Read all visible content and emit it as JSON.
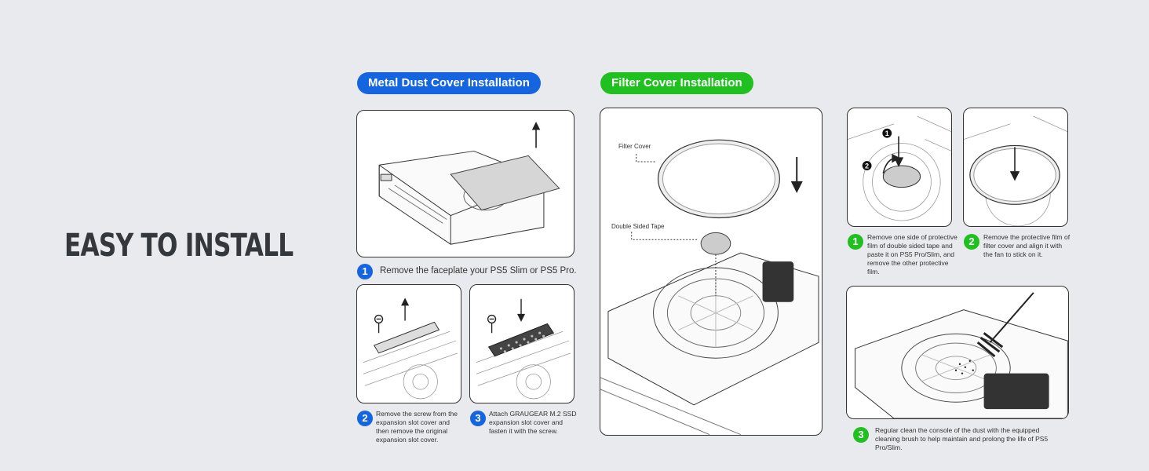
{
  "headline": "EASY TO INSTALL",
  "metal": {
    "title": "Metal Dust Cover Installation",
    "step1": {
      "num": "1",
      "text": "Remove the faceplate your PS5 Slim or PS5 Pro."
    },
    "step2": {
      "num": "2",
      "text": "Remove the screw from the expansion slot cover and then remove the original expansion slot cover."
    },
    "step3": {
      "num": "3",
      "text": "Attach GRAUGEAR M.2 SSD expansion slot cover and fasten it with the screw."
    }
  },
  "filter": {
    "title": "Filter Cover Installation",
    "label_filter_cover": "Filter Cover",
    "label_tape": "Double Sided Tape",
    "marker1": "1",
    "marker2": "2",
    "step1": {
      "num": "1",
      "text": "Remove one side of protective film of double sided tape and paste it on PS5 Pro/Slim, and remove the other protective film."
    },
    "step2": {
      "num": "2",
      "text": "Remove the protective film of filter cover and align it with the fan to stick on it."
    },
    "step3": {
      "num": "3",
      "text": "Regular clean the console of the dust with the equipped cleaning brush to help maintain and prolong the life of PS5 Pro/Slim."
    }
  },
  "colors": {
    "background": "#e9eaed",
    "blue": "#1565e0",
    "green": "#1fc01f"
  }
}
